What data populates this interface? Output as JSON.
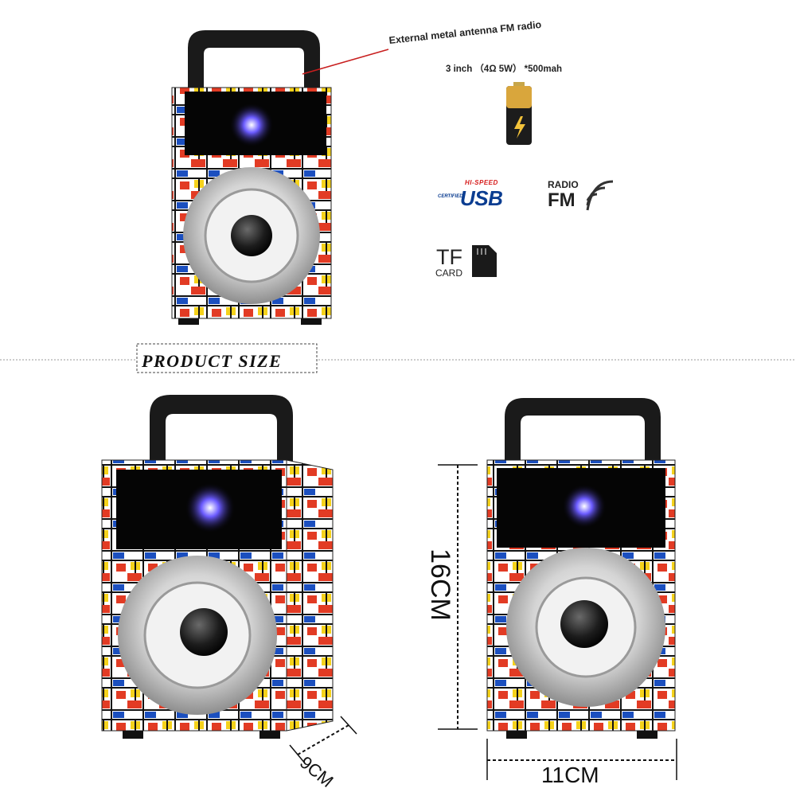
{
  "callout": {
    "antenna": "External metal antenna FM radio"
  },
  "specs": {
    "line": "3 inch （4Ω 5W） *500mah"
  },
  "badges": {
    "usb_top": "HI-SPEED",
    "usb_certified": "CERTIFIED",
    "usb_main": "USB",
    "fm_top": "RADIO",
    "fm_main": "FM",
    "tf_main": "TF",
    "tf_sub": "CARD"
  },
  "section_title": "PRODUCT SIZE",
  "dimensions": {
    "height": "16CM",
    "depth": "9CM",
    "width": "11CM"
  },
  "colors": {
    "red": "#e23b24",
    "blue": "#1b4fbf",
    "yellow": "#f5d21b",
    "black": "#111111",
    "silver": "#d9d9d9",
    "led": "#5a4dff"
  },
  "icons": [
    "battery-icon",
    "usb-logo-icon",
    "fm-radio-icon",
    "tf-card-icon",
    "led-light-icon",
    "speaker-cone-icon",
    "carry-handle-icon"
  ]
}
